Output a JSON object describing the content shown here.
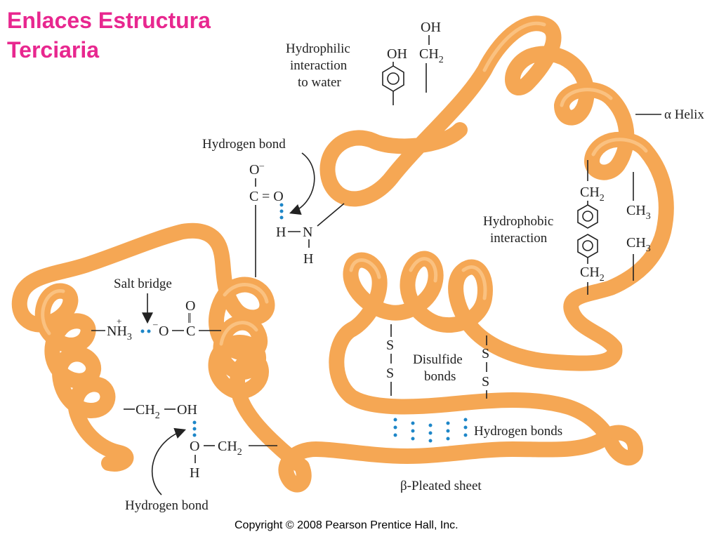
{
  "title": {
    "line1": "Enlaces Estructura",
    "line2": "Terciaria"
  },
  "labels": {
    "hydrophilic_1": "Hydrophilic",
    "hydrophilic_2": "interaction",
    "hydrophilic_3": "to water",
    "alpha_helix": "α Helix",
    "hydrogen_bond": "Hydrogen bond",
    "hydrophobic_1": "Hydrophobic",
    "hydrophobic_2": "interaction",
    "salt_bridge": "Salt bridge",
    "disulfide_1": "Disulfide",
    "disulfide_2": "bonds",
    "hydrogen_bonds": "Hydrogen bonds",
    "beta_sheet": "β-Pleated sheet",
    "hydrogen_bond_bottom": "Hydrogen bond"
  },
  "chem": {
    "oh": "OH",
    "ch": "CH",
    "two": "2",
    "three": "3",
    "o_minus": "O",
    "minus": "–",
    "c": "C",
    "eq_o": "= O",
    "h": "H",
    "n": "N",
    "nh": "NH",
    "plus": "+",
    "o": "O",
    "s": "S",
    "o_double": "O",
    "double_bond": "‖"
  },
  "copyright": "Copyright © 2008 Pearson Prentice Hall, Inc."
}
